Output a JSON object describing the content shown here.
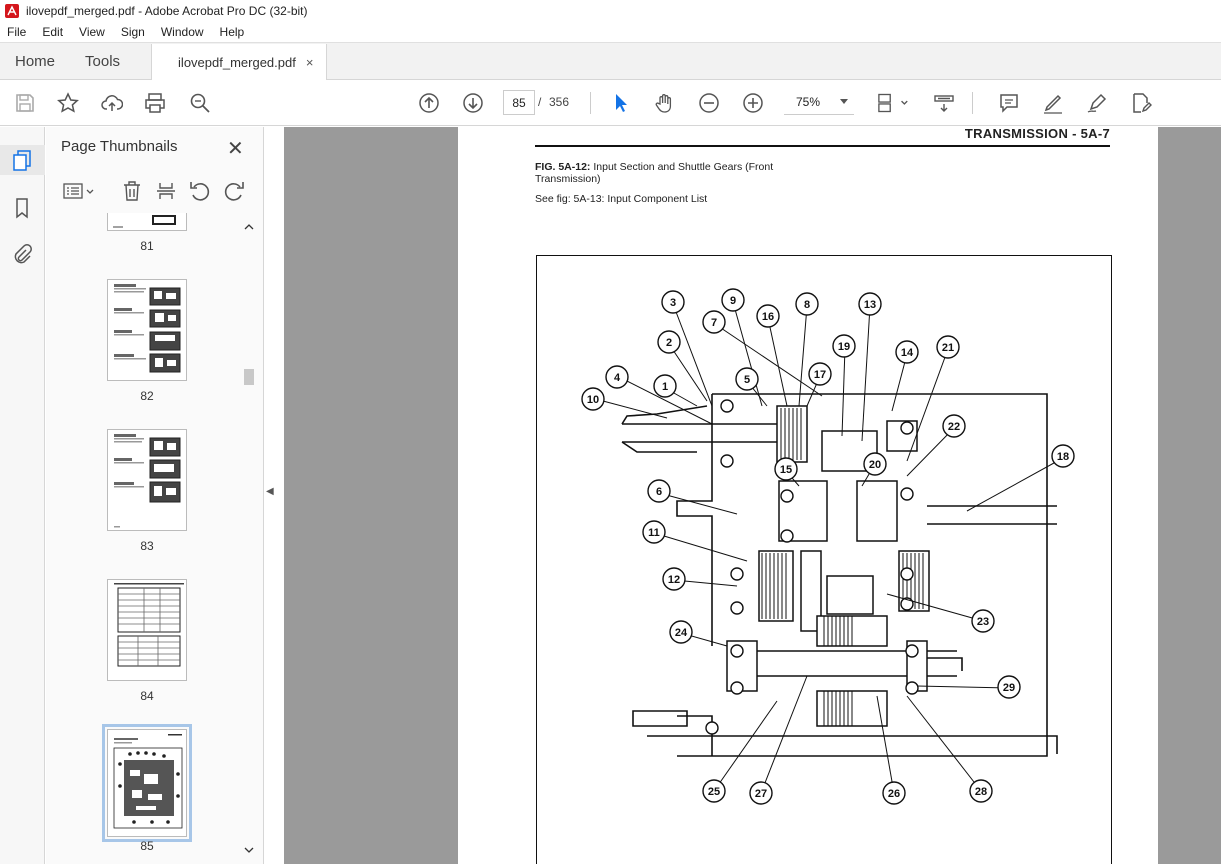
{
  "window": {
    "title": "ilovepdf_merged.pdf - Adobe Acrobat Pro DC (32-bit)"
  },
  "menu": [
    "File",
    "Edit",
    "View",
    "Sign",
    "Window",
    "Help"
  ],
  "tabs": {
    "home": "Home",
    "tools": "Tools",
    "document": "ilovepdf_merged.pdf",
    "close": "×"
  },
  "toolbar": {
    "page_current": "85",
    "page_sep": "/",
    "page_total": "356",
    "zoom": "75%"
  },
  "panel": {
    "title": "Page Thumbnails",
    "close": "✕",
    "thumbnails": [
      {
        "label": "81"
      },
      {
        "label": "82"
      },
      {
        "label": "83"
      },
      {
        "label": "84"
      },
      {
        "label": "85",
        "selected": true
      }
    ]
  },
  "document_page": {
    "header": "TRANSMISSION - 5A-7",
    "caption_bold": "FIG. 5A-12:",
    "caption_text": " Input Section and Shuttle Gears (Front Transmission)",
    "see_fig": "See fig:  5A-13:  Input Component List",
    "callouts": [
      "1",
      "2",
      "3",
      "4",
      "5",
      "6",
      "7",
      "8",
      "9",
      "10",
      "11",
      "12",
      "13",
      "14",
      "15",
      "16",
      "17",
      "18",
      "19",
      "20",
      "21",
      "22",
      "23",
      "24",
      "25",
      "26",
      "27",
      "28",
      "29"
    ]
  }
}
